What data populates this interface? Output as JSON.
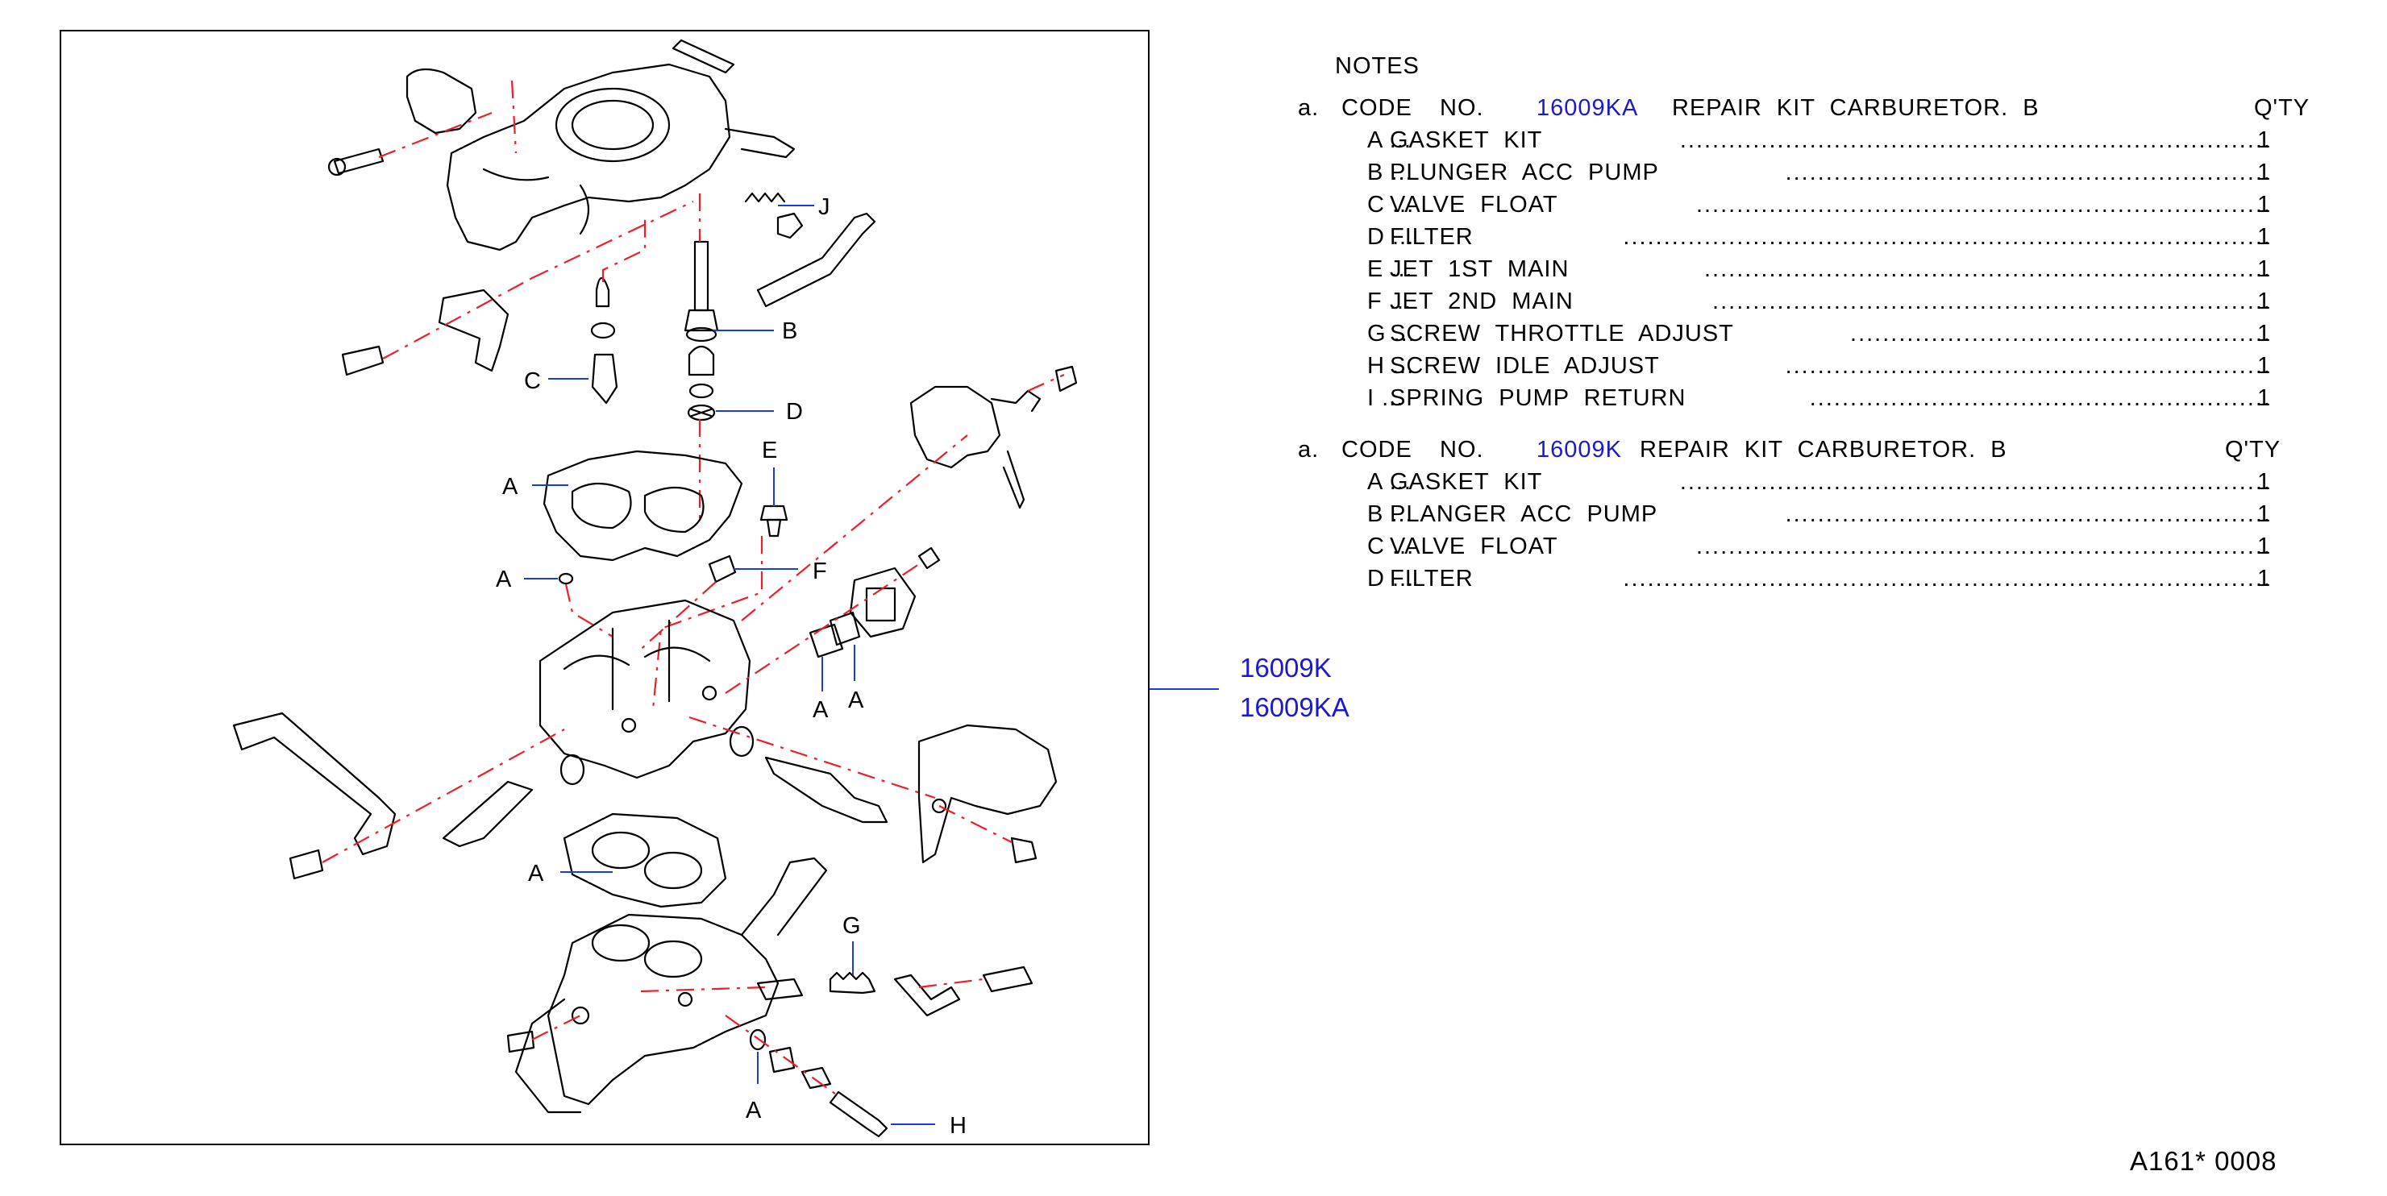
{
  "notes": {
    "title": "NOTES",
    "kits": [
      {
        "prefix": "a.",
        "code_label": "CODE",
        "no_label": "NO.",
        "code": "16009KA",
        "description": "REPAIR  KIT  CARBURETOR.  B",
        "qty_header": "Q'TY",
        "items": [
          {
            "code": "A",
            "name": "GASKET  KIT",
            "qty": "1"
          },
          {
            "code": "B",
            "name": "PLUNGER  ACC  PUMP",
            "qty": "1"
          },
          {
            "code": "C",
            "name": "VALVE  FLOAT",
            "qty": "1"
          },
          {
            "code": "D",
            "name": "FILTER",
            "qty": "1"
          },
          {
            "code": "E",
            "name": "JET  1ST  MAIN",
            "qty": "1"
          },
          {
            "code": "F",
            "name": "JET  2ND  MAIN",
            "qty": "1"
          },
          {
            "code": "G",
            "name": "SCREW  THROTTLE  ADJUST",
            "qty": "1"
          },
          {
            "code": "H",
            "name": "SCREW  IDLE  ADJUST",
            "qty": "1"
          },
          {
            "code": "I",
            "name": "SPRING  PUMP  RETURN",
            "qty": "1"
          }
        ]
      },
      {
        "prefix": "a.",
        "code_label": "CODE",
        "no_label": "NO.",
        "code": "16009K",
        "description": "REPAIR  KIT  CARBURETOR.  B",
        "qty_header": "Q'TY",
        "items": [
          {
            "code": "A",
            "name": "GASKET  KIT",
            "qty": "1"
          },
          {
            "code": "B",
            "name": "PLANGER  ACC  PUMP",
            "qty": "1"
          },
          {
            "code": "C",
            "name": "VALVE  FLOAT",
            "qty": "1"
          },
          {
            "code": "D",
            "name": "FILTER",
            "qty": "1"
          }
        ]
      }
    ]
  },
  "callouts": {
    "kit1": "16009K",
    "kit2": "16009KA"
  },
  "diagram_labels": {
    "j": "J",
    "b": "B",
    "c": "C",
    "d": "D",
    "e": "E",
    "f": "F",
    "a1": "A",
    "a2": "A",
    "a3": "A",
    "a4": "A",
    "a5": "A",
    "a6": "A",
    "g": "G",
    "h": "H"
  },
  "footer": {
    "code": "A161*  0008"
  },
  "colors": {
    "callout_blue": "#1a1acc",
    "leader_blue": "#1a3fd0",
    "alignment_red": "#e8202a"
  }
}
